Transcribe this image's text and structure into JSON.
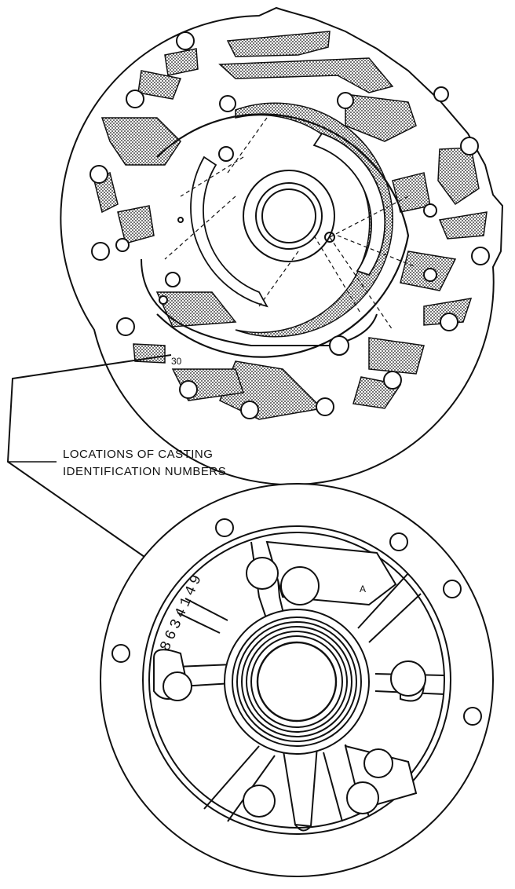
{
  "callout": {
    "line1": "LOCATIONS OF CASTING",
    "line2": "IDENTIFICATION NUMBERS"
  },
  "bottom_part": {
    "casting_number": "8634149",
    "letter_mark": "A"
  },
  "top_part": {
    "casting_mark": "30"
  },
  "colors": {
    "ink": "#111111",
    "paper": "#ffffff"
  }
}
